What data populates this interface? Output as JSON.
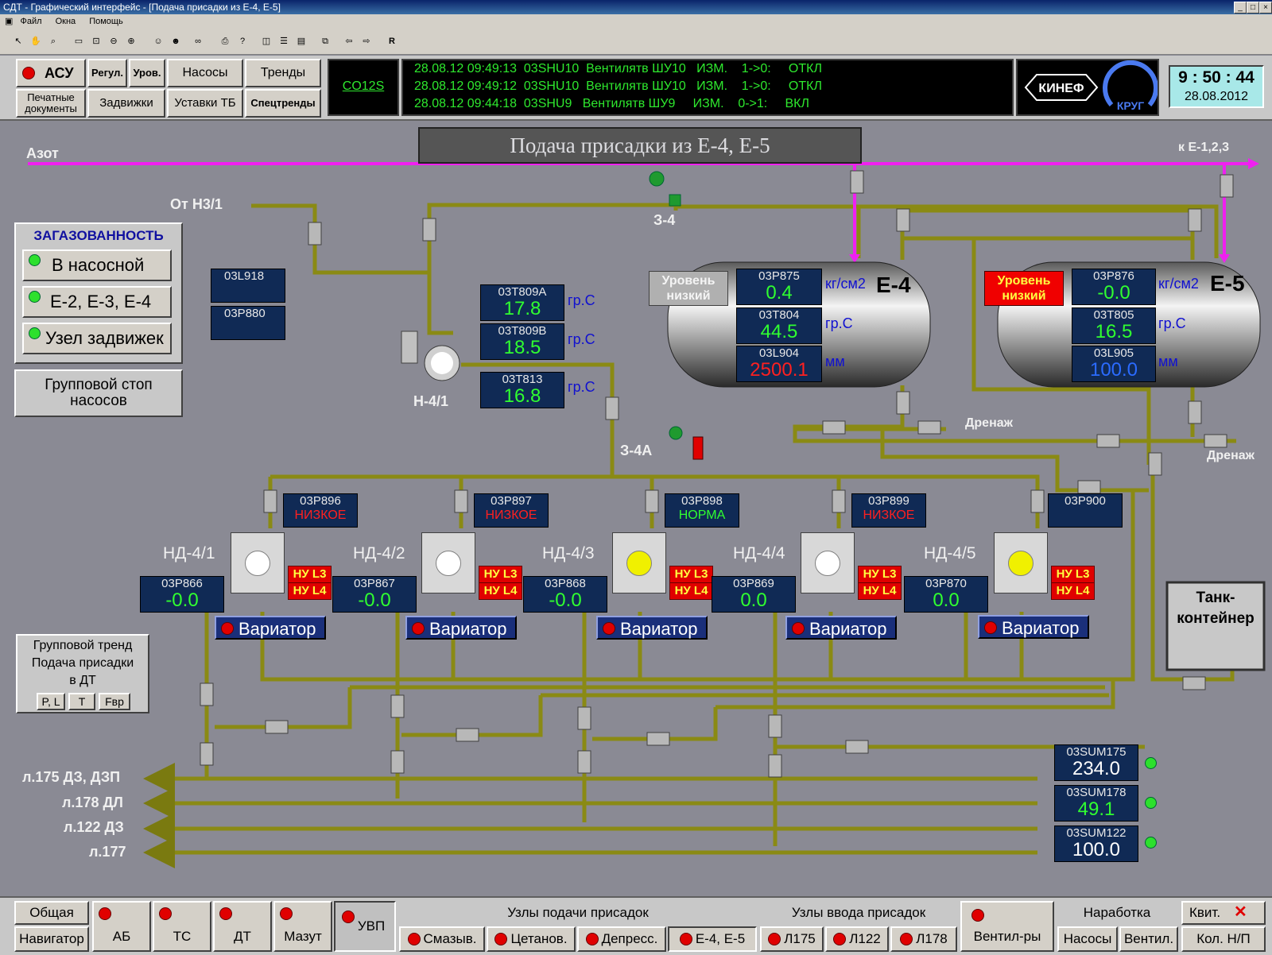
{
  "window": {
    "title": "СДТ - Графический интерфейс - [Подача присадки из Е-4, Е-5]"
  },
  "menu": [
    "Файл",
    "Окна",
    "Помощь"
  ],
  "nav": {
    "asu": "АСУ",
    "regul": "Регул.",
    "urov": "Уров.",
    "nasosy": "Насосы",
    "trendy": "Тренды",
    "print1": "Печатные",
    "print2": "документы",
    "zadvizhki": "Задвижки",
    "ustavki": "Уставки ТБ",
    "spectrendy": "Спецтренды",
    "co": "CO12S"
  },
  "events": [
    "28.08.12 09:49:13  03SHU10  Вентилятв ШУ10   ИЗМ.    1->0:     ОТКЛ",
    "28.08.12 09:49:12  03SHU10  Вентилятв ШУ10   ИЗМ.    1->0:     ОТКЛ",
    "28.08.12 09:44:18  03SHU9   Вентилятв ШУ9     ИЗМ.    0->1:     ВКЛ"
  ],
  "logos": {
    "kinef": "КИНЕФ",
    "krug": "КРУГ"
  },
  "clock": {
    "time": "9 : 50 : 44",
    "date": "28.08.2012"
  },
  "page_title": "Подача присадки из Е-4, Е-5",
  "labels": {
    "azot": "Азот",
    "to_e": "к Е-1,2,3",
    "ot_n3": "От Н3/1",
    "z4": "З-4",
    "z4a": "З-4А",
    "n41": "Н-4/1",
    "drenazh1": "Дренаж",
    "drenazh2": "Дренаж",
    "e4": "Е-4",
    "e5": "Е-5"
  },
  "gas": {
    "title": "ЗАГАЗОВАННОСТЬ",
    "items": [
      "В насосной",
      "Е-2, Е-3, Е-4",
      "Узел задвижек"
    ],
    "group_stop": "Групповой стоп насосов"
  },
  "small_tags": {
    "l918": "03L918",
    "p880": "03P880"
  },
  "temps": [
    {
      "tag": "03T809A",
      "val": "17.8",
      "unit": "гр.С"
    },
    {
      "tag": "03T809B",
      "val": "18.5",
      "unit": "гр.С"
    },
    {
      "tag": "03T813",
      "val": "16.8",
      "unit": "гр.С"
    }
  ],
  "tank_e4": {
    "level_label": "Уровень низкий",
    "p_tag": "03P875",
    "p_val": "0.4",
    "p_unit": "кг/см2",
    "t_tag": "03T804",
    "t_val": "44.5",
    "t_unit": "гр.С",
    "l_tag": "03L904",
    "l_val": "2500.1",
    "l_unit": "мм"
  },
  "tank_e5": {
    "level_label": "Уровень низкий",
    "p_tag": "03P876",
    "p_val": "-0.0",
    "p_unit": "кг/см2",
    "t_tag": "03T805",
    "t_val": "16.5",
    "t_unit": "гр.С",
    "l_tag": "03L905",
    "l_val": "100.0",
    "l_unit": "мм"
  },
  "pressures_top": [
    {
      "tag": "03P896",
      "status": "НИЗКОЕ"
    },
    {
      "tag": "03P897",
      "status": "НИЗКОЕ"
    },
    {
      "tag": "03P898",
      "status": "НОРМА"
    },
    {
      "tag": "03P899",
      "status": "НИЗКОЕ"
    },
    {
      "tag": "03P900",
      "status": ""
    }
  ],
  "pumps": [
    {
      "name": "НД-4/1",
      "tag": "03P866",
      "val": "-0.0",
      "color": "#ffffff"
    },
    {
      "name": "НД-4/2",
      "tag": "03P867",
      "val": "-0.0",
      "color": "#ffffff"
    },
    {
      "name": "НД-4/3",
      "tag": "03P868",
      "val": "-0.0",
      "color": "#f0f000"
    },
    {
      "name": "НД-4/4",
      "tag": "03P869",
      "val": "0.0",
      "color": "#ffffff"
    },
    {
      "name": "НД-4/5",
      "tag": "03P870",
      "val": "0.0",
      "color": "#f0f000"
    }
  ],
  "nu": {
    "l3": "НУ L3",
    "l4": "НУ L4"
  },
  "variator": "Вариатор",
  "tank_container": "Танк-контейнер",
  "group_trend": {
    "line1": "Групповой тренд",
    "line2": "Подача присадки",
    "line3": "в ДТ",
    "b1": "P, L",
    "b2": "T",
    "b3": "Fвр"
  },
  "lines": [
    "л.175 ДЗ, ДЗП",
    "л.178 ДЛ",
    "л.122 ДЗ",
    "л.177"
  ],
  "sums": [
    {
      "tag": "03SUM175",
      "val": "234.0",
      "color": "#ffffff"
    },
    {
      "tag": "03SUM178",
      "val": "49.1",
      "color": "#30ff30"
    },
    {
      "tag": "03SUM122",
      "val": "100.0",
      "color": "#ffffff"
    }
  ],
  "bottom": {
    "obshaya": "Общая",
    "navigator": "Навигатор",
    "ab": "АБ",
    "ts": "ТС",
    "dt": "ДТ",
    "mazut": "Мазут",
    "uvp": "УВП",
    "uzly_podachi": "Узлы подачи присадок",
    "smazyv": "Смазыв.",
    "cetanov": "Цетанов.",
    "depress": "Депресс.",
    "e4e5": "Е-4, Е-5",
    "uzly_vvoda": "Узлы ввода присадок",
    "l175": "Л175",
    "l122": "Л122",
    "l178": "Л178",
    "ventilry": "Вентил-ры",
    "narabotka": "Наработка",
    "nasosy": "Насосы",
    "ventil": "Вентил.",
    "kvit": "Квит.",
    "kolnp": "Кол. Н/П"
  }
}
